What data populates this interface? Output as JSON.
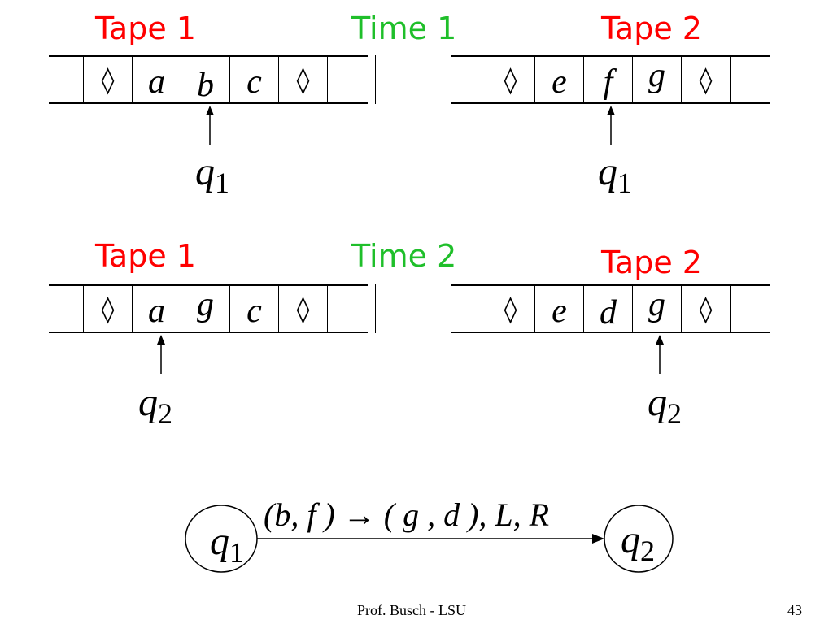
{
  "top": {
    "tape1_title": "Tape 1",
    "time_title": "Time 1",
    "tape2_title": "Tape 2",
    "tape1_cells": [
      "◊",
      "a",
      "b",
      "c",
      "◊",
      ""
    ],
    "tape2_cells": [
      "◊",
      "e",
      "f",
      "g",
      "◊",
      ""
    ],
    "head1_state": "q",
    "head1_sub": "1",
    "head2_state": "q",
    "head2_sub": "1"
  },
  "bottom": {
    "tape1_title": "Tape 1",
    "time_title": "Time 2",
    "tape2_title": "Tape 2",
    "tape1_cells": [
      "◊",
      "a",
      "g",
      "c",
      "◊",
      ""
    ],
    "tape2_cells": [
      "◊",
      "e",
      "d",
      "g",
      "◊",
      ""
    ],
    "head1_state": "q",
    "head1_sub": "2",
    "head2_state": "q",
    "head2_sub": "2"
  },
  "transition": {
    "from_state": "q",
    "from_sub": "1",
    "to_state": "q",
    "to_sub": "2",
    "label": "(b, f ) → ( g , d ), L, R"
  },
  "footer": {
    "author": "Prof. Busch - LSU",
    "page_number": "43"
  },
  "colors": {
    "tape_title": "#ff0000",
    "time_title": "#1fbf2a"
  }
}
